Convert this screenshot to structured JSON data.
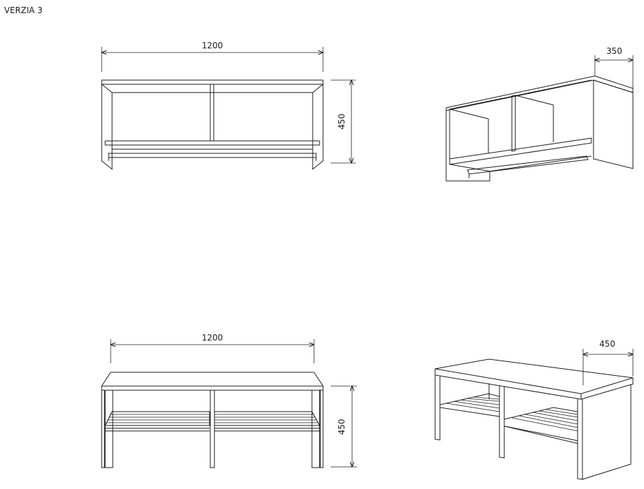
{
  "page_title": "VERZIA 3",
  "top": {
    "front": {
      "width_label": "1200",
      "height_label": "450"
    },
    "iso": {
      "depth_label": "350"
    }
  },
  "bottom": {
    "front": {
      "width_label": "1200",
      "height_label": "450"
    },
    "iso": {
      "depth_label": "450"
    }
  }
}
